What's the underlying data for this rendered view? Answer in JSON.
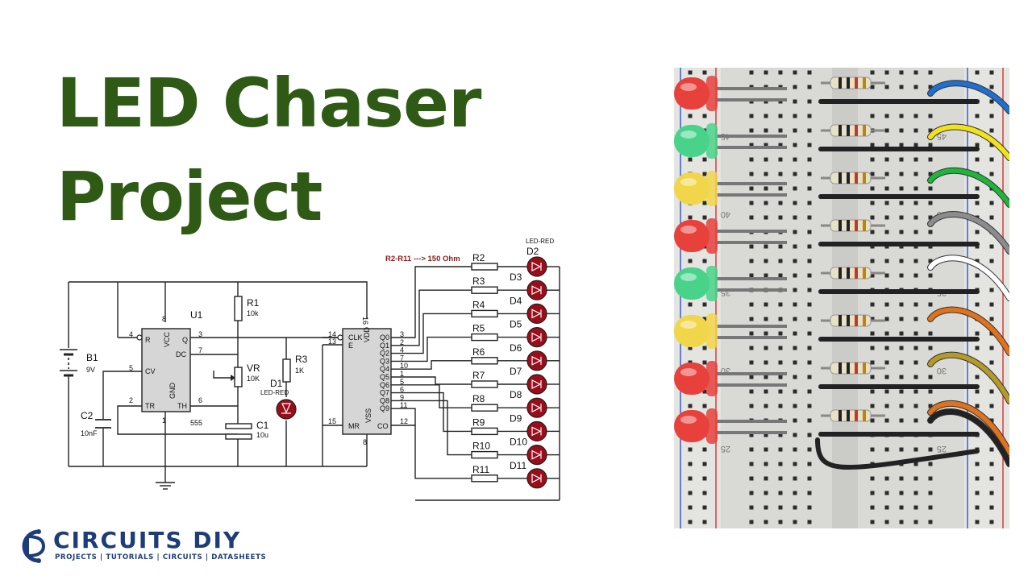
{
  "title": {
    "line1": "LED Chaser",
    "line2": "Project"
  },
  "logo": {
    "name": "CIRCUITS DIY",
    "tagline": "PROJECTS | TUTORIALS | CIRCUITS | DATASHEETS"
  },
  "schematic": {
    "note": "R2-R11 ---> 150 Ohm",
    "u1": {
      "ref": "U1",
      "part": "555",
      "pins": {
        "r": "R",
        "q": "Q",
        "vcc": "VCC",
        "dc": "DC",
        "cv": "CV",
        "tr": "TR",
        "gnd": "GND",
        "th": "TH"
      },
      "pin_numbers": {
        "r": "4",
        "q": "3",
        "vcc": "8",
        "dc": "7",
        "cv": "5",
        "tr": "2",
        "gnd": "1",
        "th": "6"
      }
    },
    "counter": {
      "pins": {
        "clk": "CLK",
        "e": "E",
        "mr": "MR",
        "vdd": "VDD",
        "vss": "VSS",
        "co": "CO"
      },
      "pin_numbers": {
        "clk": "14",
        "e": "13",
        "mr": "15",
        "vdd": "16",
        "vss": "8",
        "co": "12"
      },
      "outputs": [
        {
          "label": "Q0",
          "pin": "3"
        },
        {
          "label": "Q1",
          "pin": "2"
        },
        {
          "label": "Q2",
          "pin": "4"
        },
        {
          "label": "Q3",
          "pin": "7"
        },
        {
          "label": "Q4",
          "pin": "10"
        },
        {
          "label": "Q5",
          "pin": "1"
        },
        {
          "label": "Q6",
          "pin": "5"
        },
        {
          "label": "Q7",
          "pin": "6"
        },
        {
          "label": "Q8",
          "pin": "9"
        },
        {
          "label": "Q9",
          "pin": "11"
        }
      ]
    },
    "b1": {
      "ref": "B1",
      "value": "9V"
    },
    "c2": {
      "ref": "C2",
      "value": "10nF"
    },
    "r1": {
      "ref": "R1",
      "value": "10k"
    },
    "vr": {
      "ref": "VR",
      "value": "10K"
    },
    "r3": {
      "ref": "R3",
      "value": "1K"
    },
    "d1": {
      "ref": "D1",
      "value": "LED-RED"
    },
    "c1": {
      "ref": "C1",
      "value": "10u"
    },
    "d2_type": "LED-RED",
    "chaser": [
      {
        "r": "R2",
        "d": "D2"
      },
      {
        "r": "R3",
        "d": "D3"
      },
      {
        "r": "R4",
        "d": "D4"
      },
      {
        "r": "R5",
        "d": "D5"
      },
      {
        "r": "R6",
        "d": "D6"
      },
      {
        "r": "R7",
        "d": "D7"
      },
      {
        "r": "R8",
        "d": "D8"
      },
      {
        "r": "R9",
        "d": "D9"
      },
      {
        "r": "R10",
        "d": "D10"
      },
      {
        "r": "R11",
        "d": "D11"
      }
    ]
  },
  "breadboard": {
    "row_numbers": [
      "45",
      "40",
      "35",
      "30",
      "25"
    ],
    "led_colors": [
      "red",
      "green",
      "yellow",
      "red",
      "green",
      "yellow",
      "red",
      "red"
    ],
    "wire_colors": [
      "#1f6fd1",
      "#f2e21c",
      "#1fb53a",
      "#8c8c8c",
      "#ffffff",
      "#e0721c",
      "#b59a2a",
      "#e0721c",
      "#222222"
    ]
  },
  "colors": {
    "title": "#2f5a16",
    "logo": "#1d3d7a",
    "schematic_text": "#111111",
    "note": "#8a1a1a",
    "led": "#9a0d1a"
  }
}
